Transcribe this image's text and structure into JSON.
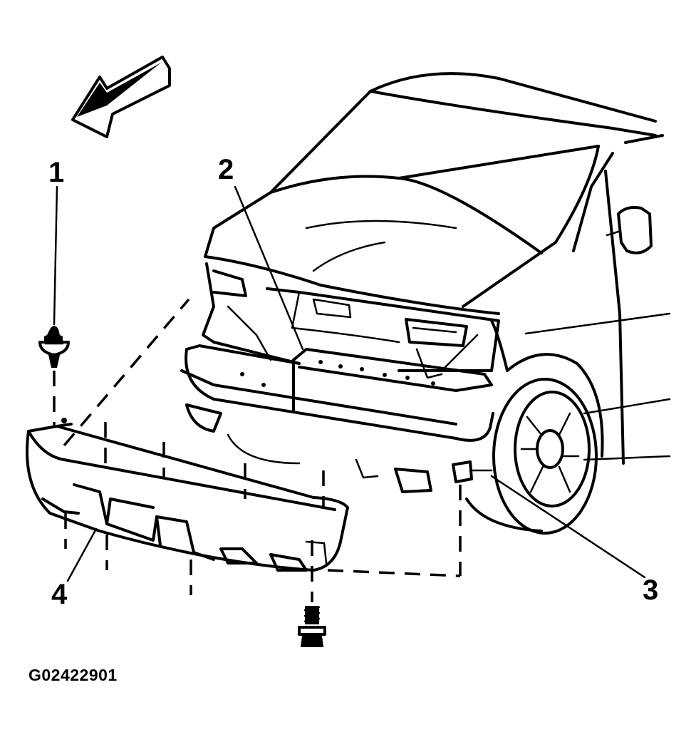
{
  "figure": {
    "id_label": "G02422901"
  },
  "callouts": [
    {
      "number": "1"
    },
    {
      "number": "2"
    },
    {
      "number": "3"
    },
    {
      "number": "4"
    }
  ],
  "icons": {
    "direction_arrow": "forward-direction-arrow-icon",
    "push_pin": "push-pin-retainer-icon",
    "bolt": "hex-bolt-icon"
  },
  "colors": {
    "ink": "#000000",
    "paper": "#ffffff"
  }
}
